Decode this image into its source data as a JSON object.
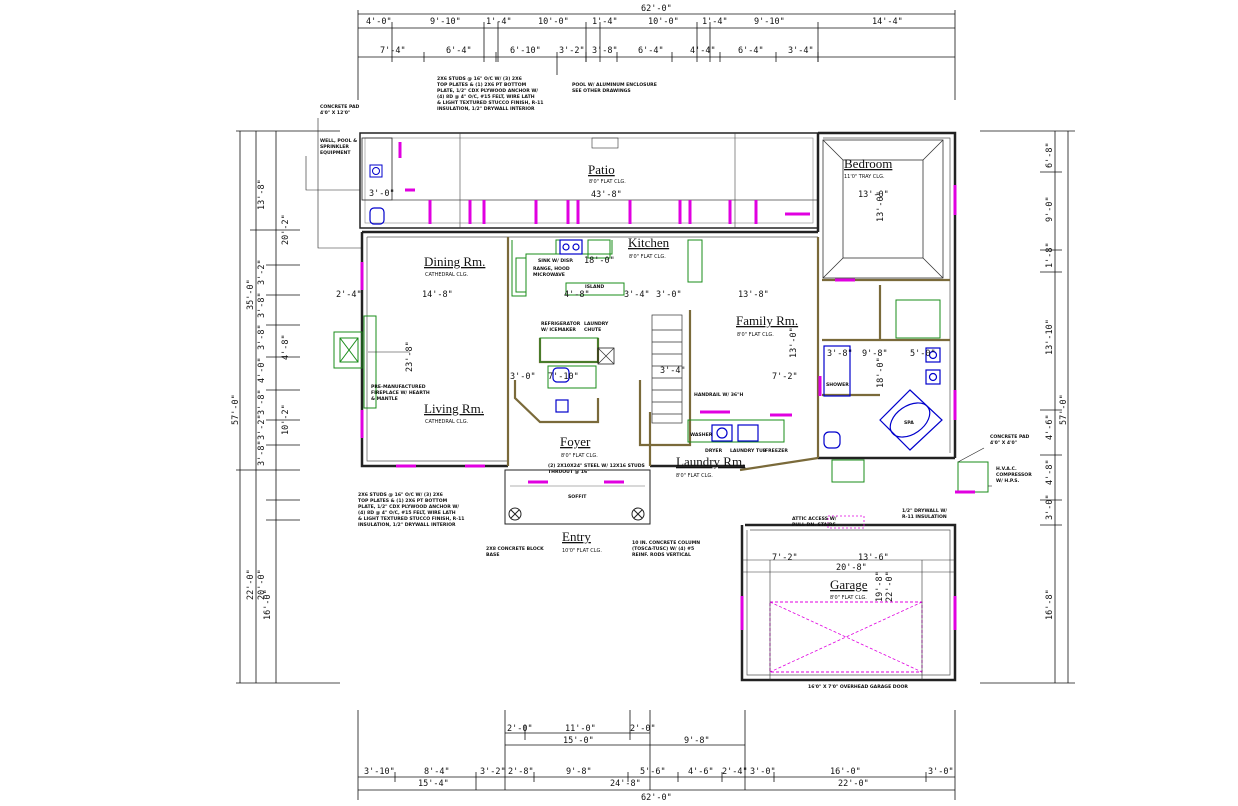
{
  "overall": {
    "top": "62'-0\"",
    "bottom": "62'-0\"",
    "left": "57'-0\"",
    "right": "57'-0\""
  },
  "rooms": {
    "patio": {
      "name": "Patio",
      "ceiling": "8'0\" FLAT CLG.",
      "dim": "43'-8\""
    },
    "bedroom": {
      "name": "Bedroom",
      "ceiling": "11'0\" TRAY CLG."
    },
    "kitchen": {
      "name": "Kitchen",
      "ceiling": "8'0\" FLAT CLG."
    },
    "dining": {
      "name": "Dining Rm.",
      "ceiling": "CATHEDRAL CLG."
    },
    "family": {
      "name": "Family Rm.",
      "ceiling": "8'0\" FLAT CLG."
    },
    "living": {
      "name": "Living Rm.",
      "ceiling": "CATHEDRAL CLG."
    },
    "foyer": {
      "name": "Foyer",
      "ceiling": "8'0\" FLAT CLG."
    },
    "laundry": {
      "name": "Laundry Rm.",
      "ceiling": "8'0\" FLAT CLG."
    },
    "entry": {
      "name": "Entry",
      "ceiling": "10'0\" FLAT CLG."
    },
    "garage": {
      "name": "Garage",
      "ceiling": "8'0\" FLAT CLG."
    }
  },
  "dims_top_row1": [
    "4'-0\"",
    "9'-10\"",
    "1'-4\"",
    "10'-0\"",
    "1'-4\"",
    "10'-0\"",
    "1'-4\"",
    "9'-10\"",
    "14'-4\""
  ],
  "dims_top_row2": [
    "7'-4\"",
    "6'-4\"",
    "6'-10\"",
    "3'-2\"",
    "3'-8\"",
    "6'-4\"",
    "4'-4\"",
    "6'-4\"",
    "3'-4\""
  ],
  "dims_bottom_row1": [
    "2'-0\"",
    "11'-0\"",
    "2'-0\""
  ],
  "dims_bottom_row2": [
    "15'-0\"",
    "9'-8\""
  ],
  "dims_bottom_row3": [
    "3'-10\"",
    "8'-4\"",
    "3'-2\"",
    "2'-8\"",
    "9'-8\"",
    "5'-6\"",
    "4'-6\"",
    "2'-4\"",
    "3'-0\"",
    "16'-0\"",
    "3'-0\""
  ],
  "dims_bottom_row4": [
    "15'-4\"",
    "24'-8\"",
    "22'-0\""
  ],
  "dims_left_outer": [
    "35'-0\"",
    "22'-0\""
  ],
  "dims_left_mid": [
    "13'-8\"",
    "20'-2\"",
    "20'-0\"",
    "16'-0\""
  ],
  "dims_left_inner": [
    "3'-2\"",
    "3'-8\"",
    "3'-8\"",
    "4'-0\"",
    "3'-8\"",
    "3'-2\"",
    "3'-8\"",
    "4'-8\"",
    "10'-2\""
  ],
  "dims_right": [
    "6'-8\"",
    "9'-0\"",
    "1'-8\"",
    "13'-10\"",
    "4'-6\"",
    "4'-8\"",
    "3'-0\"",
    "16'-8\""
  ],
  "interior_dims": {
    "patio_left": "3'-0\"",
    "dining_w": "14'-8\"",
    "dining_side": "2'-4\"",
    "living_h": "23'-8\"",
    "kit1": "4'-8\"",
    "kit2": "3'-4\"",
    "kit3": "3'-0\"",
    "kit4": "18'-0\"",
    "fam_w": "13'-8\"",
    "fam_h": "13'-0\"",
    "bed_w": "13'-0\"",
    "bed_h": "13'-0\"",
    "bath1": "3'-8\"",
    "bath2": "9'-8\"",
    "bath3": "5'-0\"",
    "bath4": "18'-0\"",
    "foy1": "3'-0\"",
    "foy2": "7'-10\"",
    "foy3": "3'-4\"",
    "foy4": "7'-2\"",
    "gar1": "7'-2\"",
    "gar2": "20'-8\"",
    "gar3": "13'-6\"",
    "gar4": "19'-8\"",
    "gar5": "22'-0\""
  },
  "notes": {
    "wall_top": [
      "2X6 STUDS @ 16\" O/C W/ (3) 2X6",
      "TOP PLATES & (1) 2X6 PT BOTTOM",
      "PLATE, 1/2\" CDX PLYWOOD ANCHOR W/",
      "(4) 8D @ 4\" O/C, #15 FELT, WIRE LATH",
      "& LIGHT TEXTURED STUCCO FINISH, R-11",
      "INSULATION, 1/2\" DRYWALL INTERIOR"
    ],
    "wall_bottom": [
      "2X6 STUDS @ 16\" O/C W/ (3) 2X6",
      "TOP PLATES & (1) 2X6 PT BOTTOM",
      "PLATE, 1/2\" CDX PLYWOOD ANCHOR W/",
      "(4) 8D @ 4\" O/C, #15 FELT, WIRE LATH",
      "& LIGHT TEXTURED STUCCO FINISH, R-11",
      "INSULATION, 1/2\" DRYWALL INTERIOR"
    ],
    "pool": [
      "POOL W/ ALUMINUM ENCLOSURE",
      "SEE OTHER DRAWINGS"
    ],
    "pad_top": [
      "CONCRETE PAD",
      "4'0\" X 12'0\""
    ],
    "well": [
      "WELL, POOL &",
      "SPRINKLER",
      "EQUIPMENT"
    ],
    "fireplace": [
      "PRE-MANUFACTURED",
      "FIREPLACE W/ HEARTH",
      "& MANTLE"
    ],
    "garage_door": "16'0\" X 7'0\" OVERHEAD GARAGE DOOR",
    "pad_right": [
      "CONCRETE PAD",
      "4'0\" X 4'0\""
    ],
    "hvac": [
      "H.V.A.C.",
      "COMPRESSOR",
      "W/ H.P.S."
    ],
    "entry_block": [
      "2X8 CONCRETE BLOCK",
      "BASE"
    ],
    "column": [
      "10 IN. CONCRETE COLUMN",
      "(TOSCA-TUSC) W/ (4) #5",
      "REINF. RODS VERTICAL"
    ],
    "attic": [
      "ATTIC ACCESS W/",
      "PULL DN. STAIRS"
    ],
    "fire_door": [
      "1/2\" DRYWALL W/",
      "R-11 INSULATION"
    ],
    "soffit": "SOFFIT",
    "range": [
      "RANGE, HOOD",
      "MICROWAVE"
    ],
    "sink": "SINK W/ DISP.",
    "fridge": [
      "REFRIGERATOR",
      "W/ ICEMAKER"
    ],
    "laundry_chute": [
      "LAUNDRY",
      "CHUTE"
    ],
    "island": "ISLAND",
    "beam": [
      "(2) 2X10X24\" STEEL W/ 12X16 STUDS",
      "THRUOUT @ 16\""
    ],
    "washer": "WASHER",
    "dryer": "DRYER",
    "laundry_tub": "LAUNDRY TUB",
    "freezer": "FREEZER",
    "shower": "SHOWER",
    "tub": "SPA",
    "handrail": "HANDRAIL W/ 36\"H"
  }
}
